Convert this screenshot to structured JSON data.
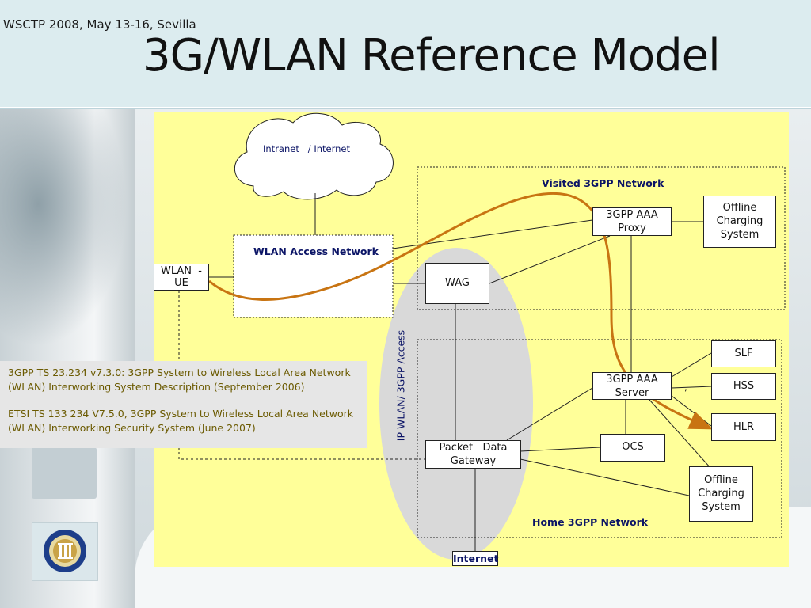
{
  "header": {
    "conference": "WSCTP 2008, May 13-16, Sevilla",
    "title": "3G/WLAN Reference Model"
  },
  "diagram": {
    "cloud": "Intranet   / Internet",
    "wlan_ue": "WLAN  -\nUE",
    "wlan_access_network": "WLAN Access Network",
    "wag": "WAG",
    "visited_network": "Visited  3GPP Network",
    "home_network": "Home 3GPP Network",
    "aaa_proxy": "3GPP AAA\nProxy",
    "offline_charging_visited": "Offline\nCharging\nSystem",
    "aaa_server": "3GPP AAA\nServer",
    "slf": "SLF",
    "hss": "HSS",
    "hlr": "HLR",
    "ocs": "OCS",
    "pdg": "Packet   Data\nGateway",
    "offline_charging_home": "Offline\nCharging\nSystem",
    "internet": "Internet",
    "ip_access": "IP WLAN/ 3GPP Access",
    "comma": ","
  },
  "references": {
    "ref1": "3GPP TS 23.234 v7.3.0: 3GPP System to Wireless Local Area Network (WLAN) Interworking System Description (September 2006)",
    "ref2": "ETSI TS 133 234 V7.5.0, 3GPP System to Wireless Local Area Network (WLAN) Interworking Security System (June 2007)"
  },
  "colors": {
    "diagram_bg": "#ffff99",
    "path": "#c87412",
    "label": "#0b1466",
    "reference_text": "#6b5a00"
  }
}
